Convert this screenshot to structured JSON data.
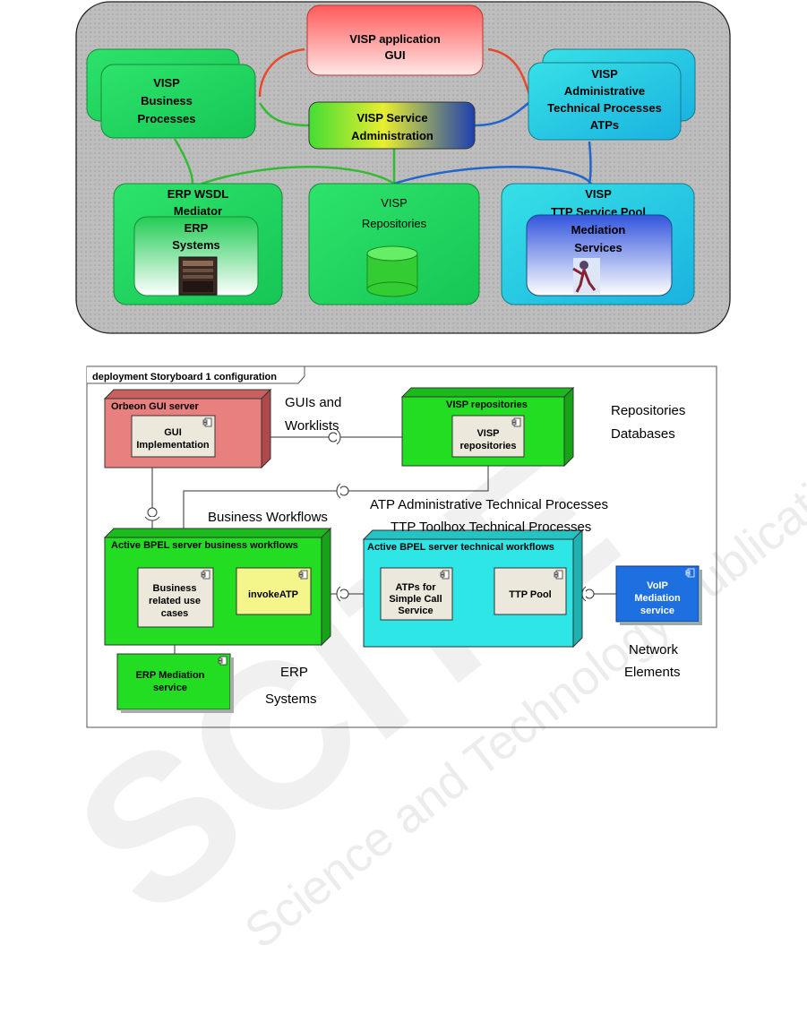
{
  "top_diagram": {
    "gui": [
      "VISP application",
      "GUI"
    ],
    "business": [
      "VISP",
      "Business",
      "Processes"
    ],
    "admin_proc": [
      "VISP",
      "Administrative",
      "Technical Processes",
      "ATPs"
    ],
    "service_admin": [
      "VISP Service",
      "Administration"
    ],
    "erp_wsdl": [
      "ERP WSDL",
      "Mediator"
    ],
    "erp_systems": [
      "ERP",
      "Systems"
    ],
    "repositories": [
      "VISP",
      "Repositories"
    ],
    "ttp_pool": [
      "VISP",
      "TTP Service Pool"
    ],
    "mediation": [
      "Mediation",
      "Services"
    ]
  },
  "bottom_diagram": {
    "frame_title": "deployment Storyboard 1 configuration",
    "orbeon": {
      "title": "Orbeon GUI server",
      "component": [
        "GUI",
        "Implementation"
      ]
    },
    "visp_repos": {
      "title": "VISP repositories",
      "component": [
        "VISP",
        "repositories"
      ]
    },
    "bpel_business": {
      "title": "Active BPEL server business workflows",
      "component": [
        "Business",
        "related use",
        "cases"
      ],
      "invoke": "invokeATP"
    },
    "bpel_technical": {
      "title": "Active BPEL server technical workflows",
      "atp": [
        "ATPs for",
        "Simple Call",
        "Service"
      ],
      "ttp": "TTP Pool"
    },
    "voip": [
      "VoIP",
      "Mediation",
      "service"
    ],
    "erp_mediation": [
      "ERP Mediation",
      "service"
    ],
    "annotations": {
      "guis": [
        "GUIs and",
        "Worklists"
      ],
      "repos_db": [
        "Repositories",
        "Databases"
      ],
      "atp_line": "ATP Administrative Technical Processes",
      "ttp_line": "TTP Toolbox Technical Processes",
      "business_workflows": "Business Workflows",
      "network": [
        "Network",
        "Elements"
      ],
      "erp_systems": [
        "ERP",
        "Systems"
      ]
    }
  },
  "watermark": {
    "logo": "SCITE",
    "line": "Science and Technology Publications"
  },
  "colors": {
    "panel_gray": "#bfbfbf",
    "green": "#22cc55",
    "red_gui": "#ff6d6d",
    "cyan": "#2ed8d8",
    "voip_blue": "#1e6fe0",
    "orbeon_red": "#e88080",
    "deploy_green": "#22dd22",
    "invoke_yellow": "#f4f58a"
  }
}
